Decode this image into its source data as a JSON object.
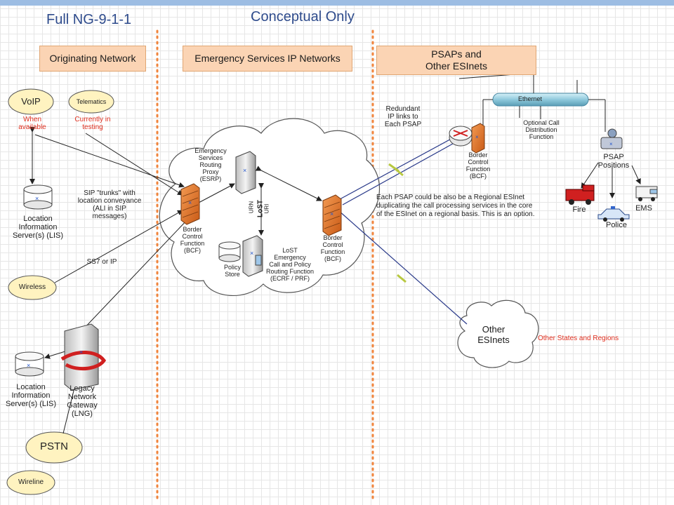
{
  "titles": {
    "main": "Full NG-9-1-1",
    "sub": "Conceptual Only"
  },
  "headers": {
    "originating": "Originating Network",
    "esinet": "Emergency Services IP Networks",
    "psaps_line1": "PSAPs and",
    "psaps_line2": "Other ESInets"
  },
  "left": {
    "voip": "VoIP",
    "voip_note_1": "When",
    "voip_note_2": "available",
    "telematics": "Telematics",
    "telematics_note_1": "Currently in",
    "telematics_note_2": "testing",
    "lis1": [
      "Location",
      "Information",
      "Server(s) (LIS)"
    ],
    "sip_note": [
      "SIP \"trunks\" with",
      "location conveyance",
      "(ALI in SIP",
      "messages)"
    ],
    "ss7": "SS7 or IP",
    "wireless": "Wireless",
    "lis2": [
      "Location",
      "Information",
      "Server(s) (LIS)"
    ],
    "lng": [
      "Legacy",
      "Network",
      "Gateway",
      "(LNG)"
    ],
    "pstn": "PSTN",
    "wireline": "Wireline"
  },
  "middle": {
    "esrp": [
      "Emergency",
      "Services",
      "Routing",
      "Proxy",
      "(ESRP)"
    ],
    "bcf_left": [
      "Border",
      "Control",
      "Function",
      "(BCF)"
    ],
    "urn1": "URN",
    "lost": "LoST",
    "urn2": "URI",
    "policy": [
      "Policy",
      "Store"
    ],
    "ecrf": [
      "LoST",
      "Emergency",
      "Call and Policy",
      "Routing Function",
      "(ECRF / PRF)"
    ],
    "bcf_right": [
      "Border",
      "Control",
      "Function",
      "(BCF)"
    ]
  },
  "right": {
    "redundant": [
      "Redundant",
      "IP links to",
      "Each PSAP"
    ],
    "ethernet": "Ethernet",
    "optional": [
      "Optional Call",
      "Distribution",
      "Function"
    ],
    "bcf_psap": [
      "Border",
      "Control",
      "Function",
      "(BCF)"
    ],
    "psap_positions": [
      "PSAP",
      "Positions"
    ],
    "each_psap": [
      "Each PSAP could be also be a  Regional ESInet",
      "duplicating the call processing services in the core",
      "of the ESInet on a regional basis. This is an option."
    ],
    "fire": "Fire",
    "police": "Police",
    "ems": "EMS",
    "other_esinets_1": "Other",
    "other_esinets_2": "ESInets",
    "other_states": "Other States and Regions"
  },
  "colors": {
    "header_fill": "#fbd4b4",
    "divider": "#f0843c",
    "title": "#2e4b8c",
    "red_note": "#e03020",
    "firewall": "#e8742a"
  }
}
